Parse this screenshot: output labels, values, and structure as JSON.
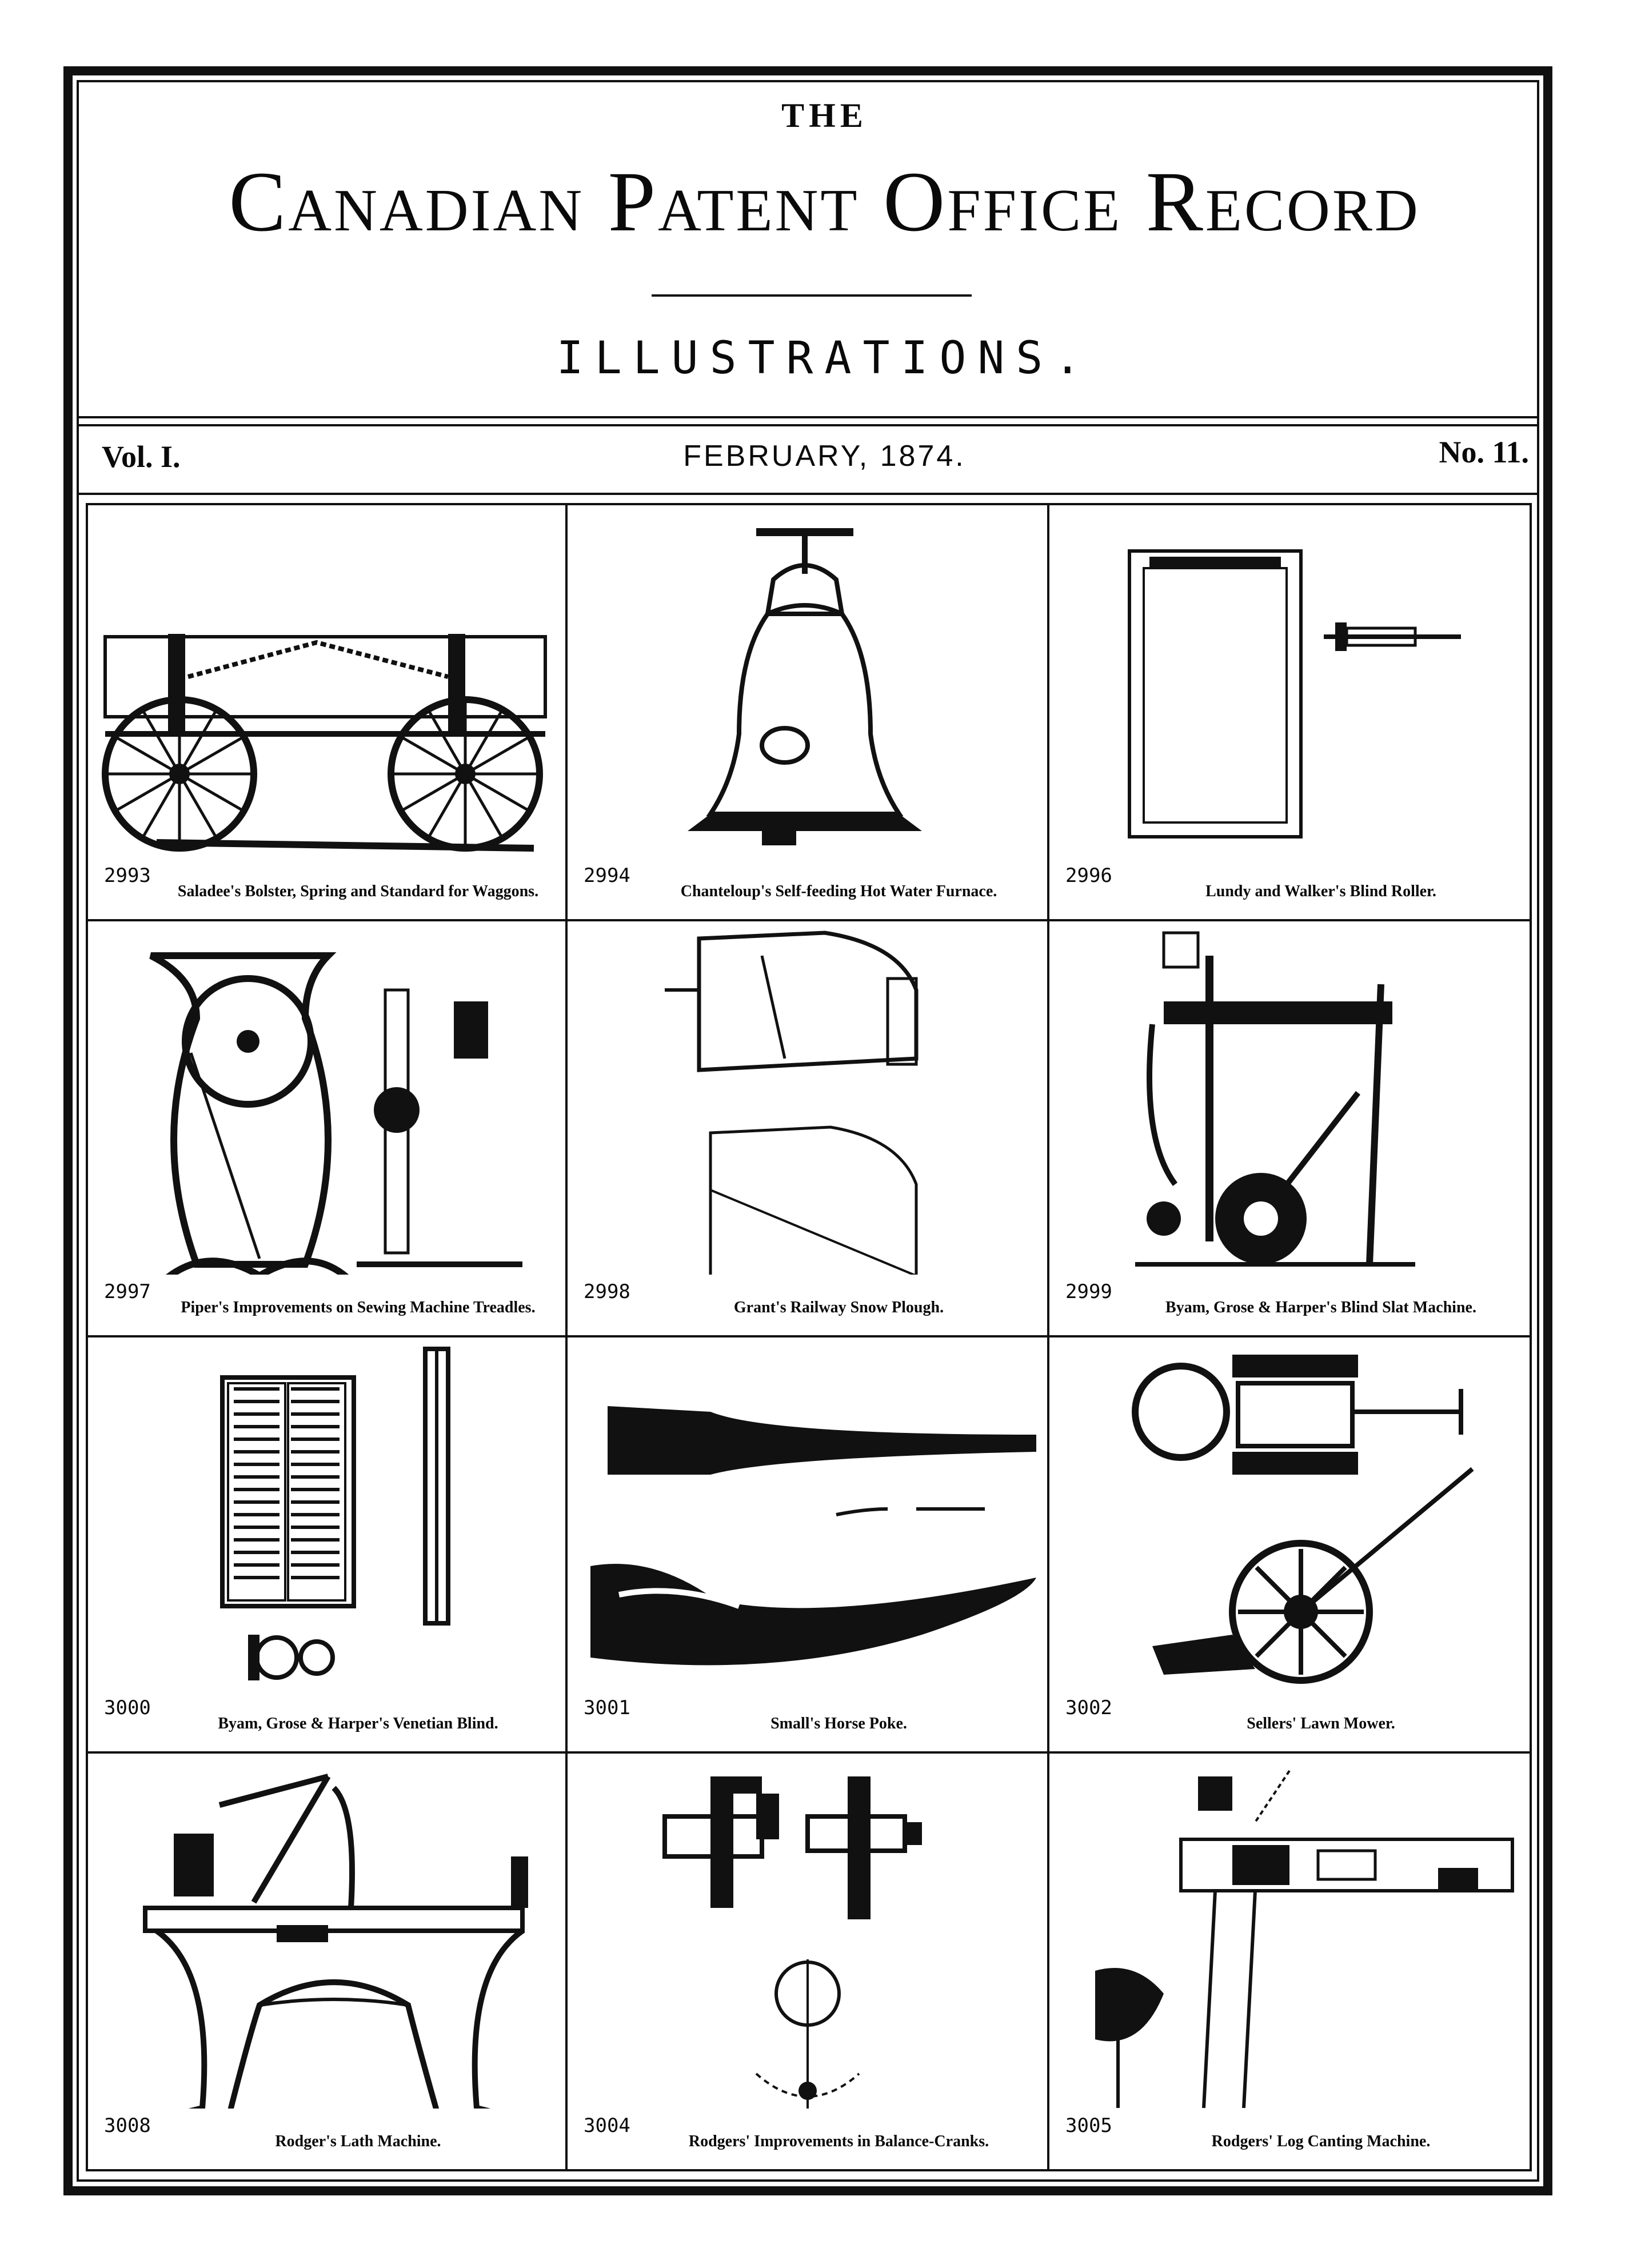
{
  "masthead": {
    "the": "THE",
    "title": "Canadian Patent Office Record",
    "subtitle": "ILLUSTRATIONS."
  },
  "issue": {
    "volume": "Vol. I.",
    "date": "FEBRUARY, 1874.",
    "number": "No. 11."
  },
  "illustrations": [
    {
      "number": "2993",
      "title": "Saladee's Bolster, Spring and Standard for Waggons.",
      "icon": "wagon-drawing"
    },
    {
      "number": "2994",
      "title": "Chanteloup's Self-feeding Hot Water Furnace.",
      "icon": "furnace-drawing"
    },
    {
      "number": "2996",
      "title": "Lundy and Walker's Blind Roller.",
      "icon": "blind-roller-drawing"
    },
    {
      "number": "2997",
      "title": "Piper's Improvements on Sewing Machine Treadles.",
      "icon": "treadle-drawing"
    },
    {
      "number": "2998",
      "title": "Grant's Railway Snow Plough.",
      "icon": "snow-plough-drawing"
    },
    {
      "number": "2999",
      "title": "Byam, Grose & Harper's Blind Slat Machine.",
      "icon": "slat-machine-drawing"
    },
    {
      "number": "3000",
      "title": "Byam, Grose & Harper's Venetian Blind.",
      "icon": "venetian-blind-drawing"
    },
    {
      "number": "3001",
      "title": "Small's Horse Poke.",
      "icon": "horse-poke-drawing"
    },
    {
      "number": "3002",
      "title": "Sellers' Lawn Mower.",
      "icon": "lawn-mower-drawing"
    },
    {
      "number": "3008",
      "title": "Rodger's Lath Machine.",
      "icon": "lath-machine-drawing"
    },
    {
      "number": "3004",
      "title": "Rodgers' Improvements in Balance-Cranks.",
      "icon": "balance-crank-drawing"
    },
    {
      "number": "3005",
      "title": "Rodgers' Log Canting Machine.",
      "icon": "log-canting-drawing"
    }
  ]
}
